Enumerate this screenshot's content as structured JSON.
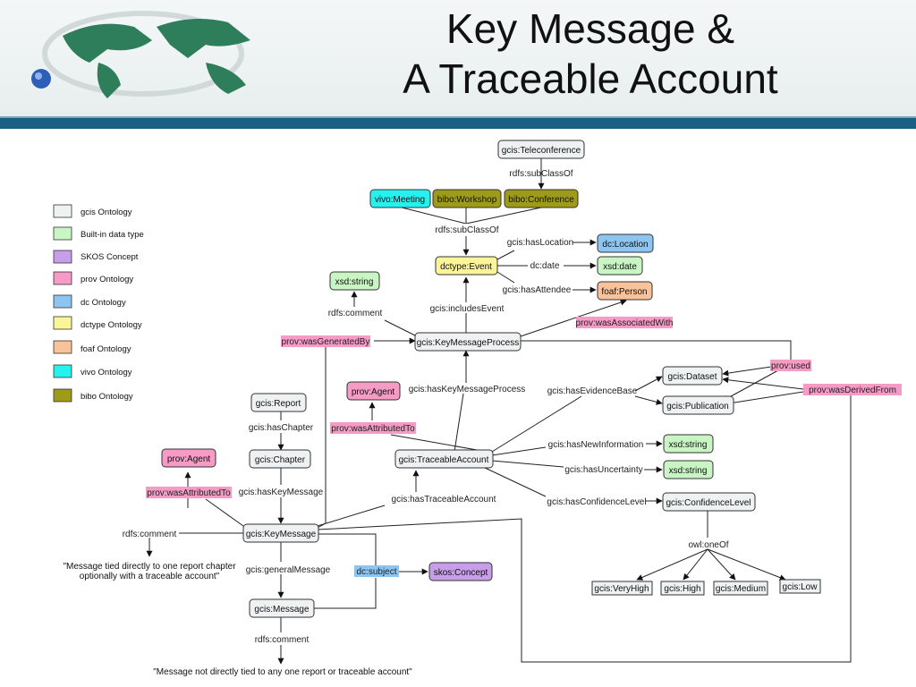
{
  "title": {
    "line1": "Key Message &",
    "line2": "A Traceable Account"
  },
  "colors": {
    "gcis": "#eef2f3",
    "builtin": "#c9f5c4",
    "skos": "#c79ee8",
    "prov": "#f59bc6",
    "dc": "#8ec5f0",
    "dctype": "#fbf59a",
    "foaf": "#f8c29a",
    "vivo": "#27f0f0",
    "bibo": "#9e9a1a",
    "header_bar": "#1b5f82"
  },
  "legend": [
    {
      "key": "gcis",
      "label": "gcis Ontology"
    },
    {
      "key": "builtin",
      "label": "Built-in data type"
    },
    {
      "key": "skos",
      "label": "SKOS Concept"
    },
    {
      "key": "prov",
      "label": "prov Ontology"
    },
    {
      "key": "dc",
      "label": "dc Ontology"
    },
    {
      "key": "dctype",
      "label": "dctype Ontology"
    },
    {
      "key": "foaf",
      "label": "foaf Ontology"
    },
    {
      "key": "vivo",
      "label": "vivo Ontology"
    },
    {
      "key": "bibo",
      "label": "bibo Ontology"
    }
  ],
  "nodes": {
    "teleconference": "gcis:Teleconference",
    "vivo_meeting": "vivo:Meeting",
    "bibo_workshop": "bibo:Workshop",
    "bibo_conference": "bibo:Conference",
    "dctype_event": "dctype:Event",
    "dc_location": "dc:Location",
    "xsd_date": "xsd:date",
    "foaf_person": "foaf:Person",
    "xsd_string_top": "xsd:string",
    "key_message_process": "gcis:KeyMessageProcess",
    "dataset": "gcis:Dataset",
    "publication": "gcis:Publication",
    "report": "gcis:Report",
    "prov_agent_mid": "prov:Agent",
    "prov_agent_left": "prov:Agent",
    "chapter": "gcis:Chapter",
    "traceable_account": "gcis:TraceableAccount",
    "xsd_string_newinfo": "xsd:string",
    "xsd_string_uncert": "xsd:string",
    "confidence_level": "gcis:ConfidenceLevel",
    "key_message": "gcis:KeyMessage",
    "skos_concept": "skos:Concept",
    "message": "gcis:Message",
    "very_high": "gcis:VeryHigh",
    "high": "gcis:High",
    "medium": "gcis:Medium",
    "low": "gcis:Low"
  },
  "edges": {
    "subclassof_top": "rdfs:subClassOf",
    "subclassof_mid": "rdfs:subClassOf",
    "has_location": "gcis:hasLocation",
    "dc_date": "dc:date",
    "has_attendee": "gcis:hasAttendee",
    "rdfs_comment_process": "rdfs:comment",
    "includes_event": "gcis:includesEvent",
    "was_associated_with": "prov:wasAssociatedWith",
    "was_generated_by": "prov:wasGeneratedBy",
    "prov_used": "prov:used",
    "was_derived_from": "prov:wasDerivedFrom",
    "has_chapter": "gcis:hasChapter",
    "has_key_message_process": "gcis:hasKeyMessageProcess",
    "has_evidence_base": "gcis:hasEvidenceBase",
    "was_attributed_to_mid": "prov:wasAttributedTo",
    "has_new_information": "gcis:hasNewInformation",
    "has_uncertainty": "gcis:hasUncertainty",
    "has_confidence_level": "gcis:hasConfidenceLevel",
    "was_attributed_to_left": "prov:wasAttributedTo",
    "has_key_message": "gcis:hasKeyMessage",
    "has_traceable_account": "gcis:hasTraceableAccount",
    "rdfs_comment_keymessage": "rdfs:comment",
    "general_message": "gcis:generalMessage",
    "dc_subject": "dc:subject",
    "owl_one_of": "owl:oneOf",
    "rdfs_comment_message": "rdfs:comment"
  },
  "notes": {
    "keymessage_line1": "\"Message tied directly to one report chapter",
    "keymessage_line2": "optionally with a traceable account\"",
    "message_note": "\"Message not directly tied to any one report or traceable account\""
  }
}
